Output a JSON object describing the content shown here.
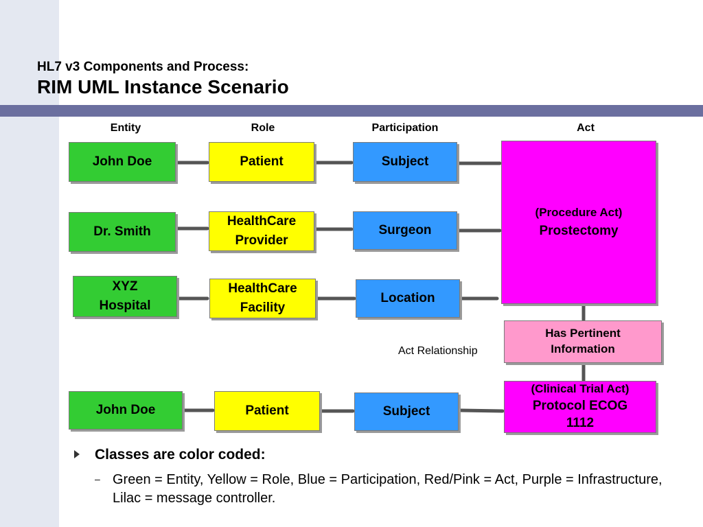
{
  "header": {
    "subtitle": "HL7 v3 Components and Process:",
    "title": "RIM UML Instance Scenario"
  },
  "columns": {
    "entity": "Entity",
    "role": "Role",
    "participation": "Participation",
    "act": "Act"
  },
  "rows": [
    {
      "entity": [
        "John Doe"
      ],
      "role": [
        "Patient"
      ],
      "participation": "Subject"
    },
    {
      "entity": [
        "Dr. Smith"
      ],
      "role": [
        "HealthCare",
        "Provider"
      ],
      "participation": "Surgeon"
    },
    {
      "entity": [
        "XYZ",
        "Hospital"
      ],
      "role": [
        "HealthCare",
        "Facility"
      ],
      "participation": "Location"
    }
  ],
  "act_main": {
    "kind": "(Procedure Act)",
    "name": "Prostectomy"
  },
  "act_relationship": {
    "label": "Act Relationship",
    "box": [
      "Has Pertinent",
      "Information"
    ]
  },
  "act_trial": {
    "kind": "(Clinical Trial Act)",
    "name": [
      "Protocol ECOG",
      "1112"
    ]
  },
  "bottom_row": {
    "entity": "John Doe",
    "role": "Patient",
    "participation": "Subject"
  },
  "bullets": {
    "heading": "Classes are color coded:",
    "dash": "–",
    "detail": "Green = Entity, Yellow = Role, Blue = Participation, Red/Pink = Act, Purple = Infrastructure, Lilac = message controller."
  },
  "colors": {
    "entity": "#33cc33",
    "role": "#ffff00",
    "participation": "#3399ff",
    "act": "#ff00ff",
    "act_relationship": "#ff99cc",
    "header_rule": "#6b6f9f"
  }
}
